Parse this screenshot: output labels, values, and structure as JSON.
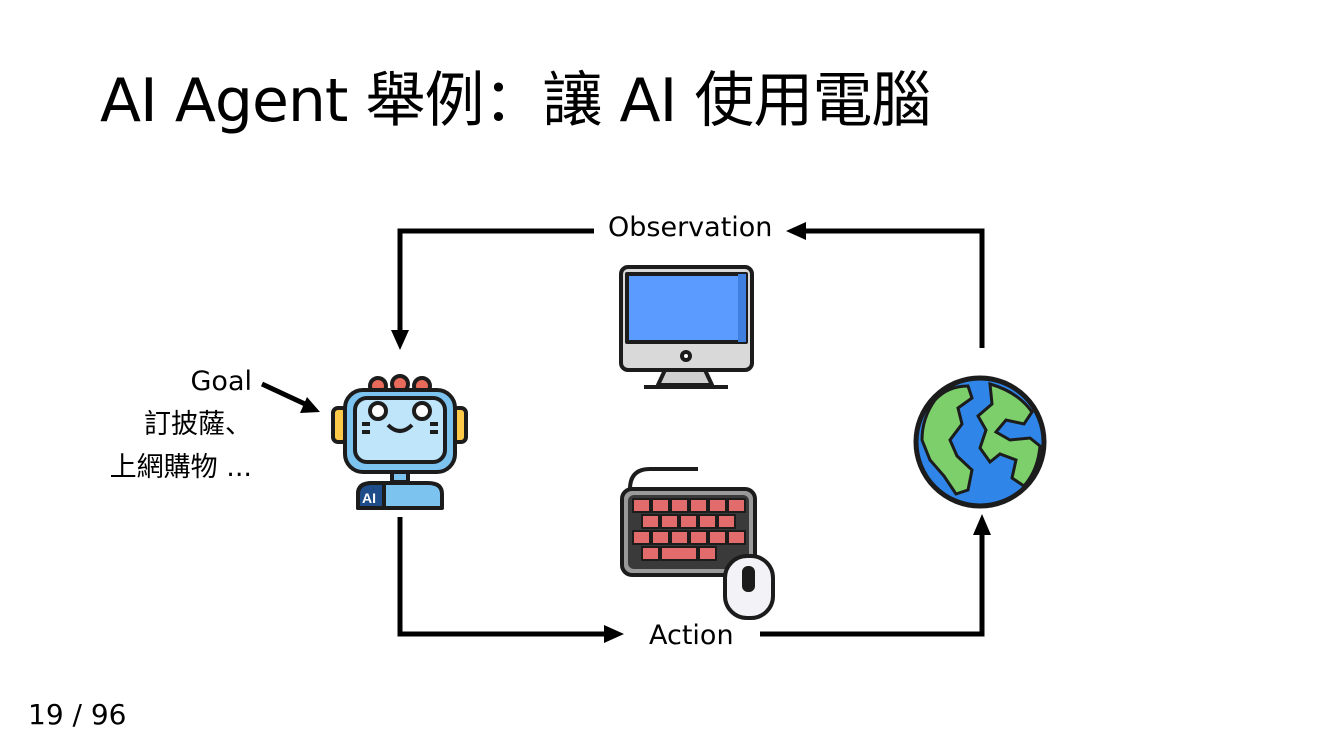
{
  "slide": {
    "title": "AI Agent 舉例：讓 AI 使用電腦",
    "page_number": "19 / 96"
  },
  "diagram": {
    "observation_label": "Observation",
    "action_label": "Action",
    "goal_title": "Goal",
    "goal_lines": [
      "訂披薩、",
      "上網購物 ..."
    ],
    "agent_badge": "AI",
    "icons": [
      "robot-agent-icon",
      "monitor-icon",
      "keyboard-icon",
      "mouse-icon",
      "globe-icon"
    ],
    "colors": {
      "robot_screen": "#8ed0f5",
      "monitor_screen": "#5b9bff",
      "keyboard_keys": "#e26b6b",
      "globe_ocean": "#2f86e8",
      "globe_land": "#7ccf6a"
    }
  }
}
